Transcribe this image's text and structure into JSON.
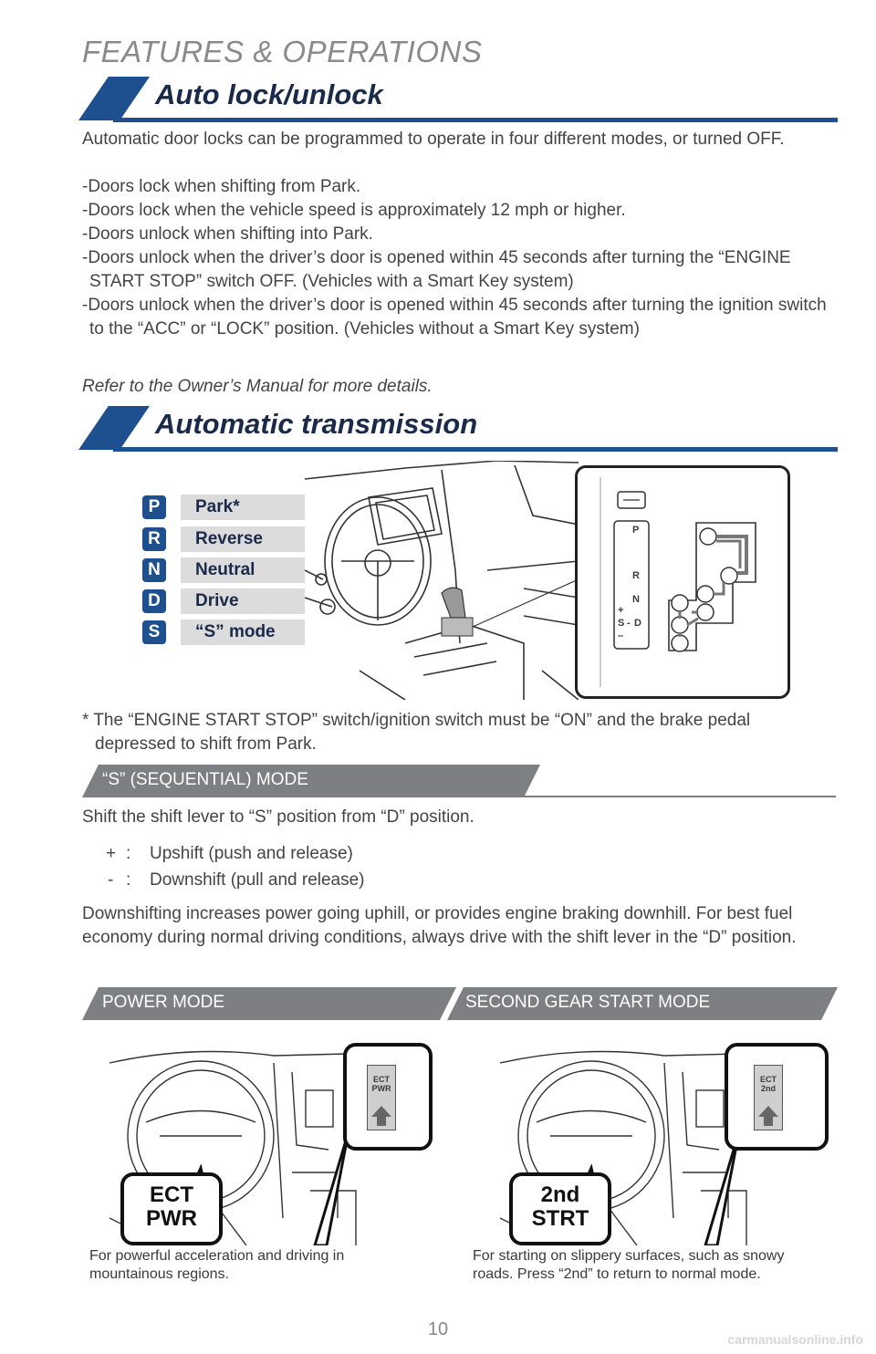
{
  "page": {
    "heading": "FEATURES & OPERATIONS",
    "page_number": "10",
    "watermark": "carmanualsonline.info"
  },
  "auto_lock": {
    "title": "Auto lock/unlock",
    "intro": "Automatic door locks can be programmed to operate in four different modes, or turned OFF.",
    "modes": [
      "-Doors lock when shifting from Park.",
      "-Doors lock when the vehicle speed is approximately 12 mph or higher.",
      "-Doors unlock when shifting into Park.",
      "-Doors unlock when the driver’s door is opened within 45 seconds after turning the “ENGINE START STOP” switch OFF. (Vehicles with a Smart Key system)",
      "-Doors unlock when the driver’s door is opened within 45 seconds after turning the ignition switch to the “ACC” or “LOCK” position. (Vehicles without a Smart Key system)"
    ],
    "note": "Refer to the Owner’s Manual for more details."
  },
  "transmission": {
    "title": "Automatic transmission",
    "gears": [
      {
        "letter": "P",
        "label": "Park*"
      },
      {
        "letter": "R",
        "label": "Reverse"
      },
      {
        "letter": "N",
        "label": "Neutral"
      },
      {
        "letter": "D",
        "label": "Drive"
      },
      {
        "letter": "S",
        "label": "“S” mode"
      }
    ],
    "shifter_labels": {
      "p": "P",
      "r": "R",
      "n": "N",
      "d": "D",
      "s": "S",
      "plus": "+",
      "minus": "–",
      "dash": "-"
    },
    "footnote": "* The “ENGINE START STOP” switch/ignition switch must be “ON” and the brake pedal depressed to shift from Park."
  },
  "s_mode": {
    "subtitle": "“S” (SEQUENTIAL) MODE",
    "instruction": "Shift the shift lever to “S” position from “D” position.",
    "shifts": [
      {
        "symbol": "+",
        "sep": ":",
        "text": "Upshift (push and release)"
      },
      {
        "symbol": "-",
        "sep": ":",
        "text": "Downshift (pull and release)"
      }
    ],
    "description": "Downshifting increases power going uphill, or provides engine braking downhill. For best fuel economy during normal driving conditions, always drive with the shift lever in the “D” position."
  },
  "power_mode": {
    "subtitle": "POWER MODE",
    "button_small_line1": "ECT",
    "button_small_line2": "PWR",
    "callout_line1": "ECT",
    "callout_line2": "PWR",
    "caption": "For powerful acceleration and driving in mountainous regions."
  },
  "second_gear": {
    "subtitle": "SECOND GEAR START MODE",
    "button_small_line1": "ECT",
    "button_small_line2": "2nd",
    "callout_line1": "2nd",
    "callout_line2": "STRT",
    "caption": "For starting on slippery surfaces, such as snowy roads. Press “2nd” to return to normal mode."
  },
  "colors": {
    "brand_blue": "#1e4f8f",
    "sub_bar_gray": "#7d7f82",
    "strip_gray": "#dcdcdc"
  }
}
